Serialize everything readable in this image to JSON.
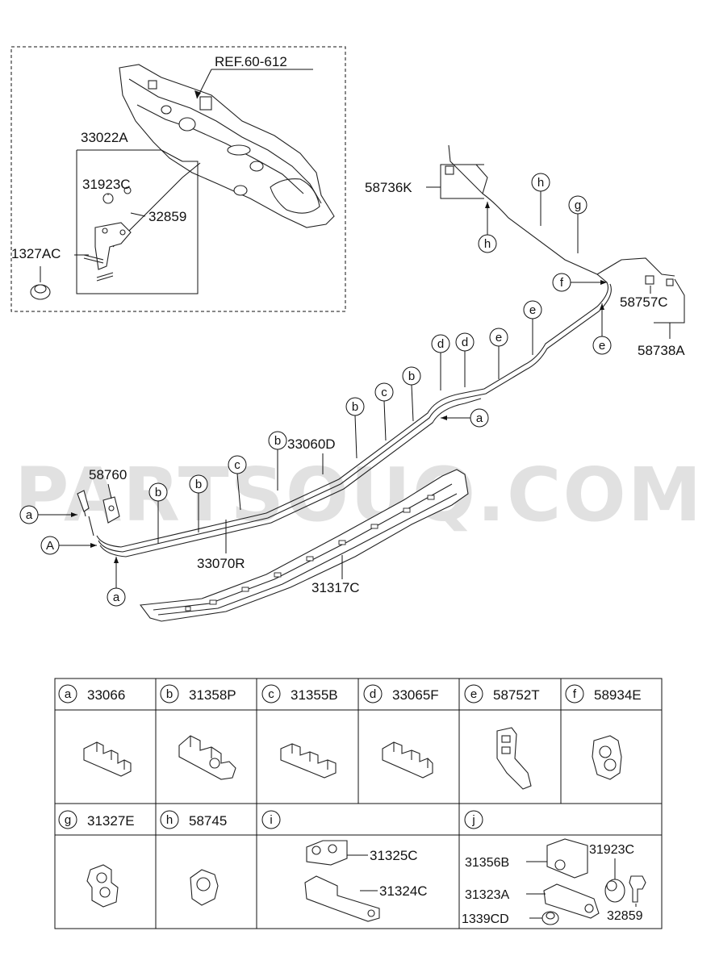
{
  "watermark": "PARTSOUQ.COM",
  "inset": {
    "ref": "REF.60-612",
    "parts": [
      "33022A",
      "31923C",
      "32859",
      "1327AC"
    ]
  },
  "main_labels": {
    "p58736K": "58736K",
    "p58757C": "58757C",
    "p58738A": "58738A",
    "p33060D": "33060D",
    "p58760": "58760",
    "p33070R": "33070R",
    "p31317C": "31317C"
  },
  "callouts": [
    "a",
    "A",
    "b",
    "c",
    "d",
    "e",
    "f",
    "g",
    "h"
  ],
  "table": {
    "row1": [
      {
        "key": "a",
        "part": "33066"
      },
      {
        "key": "b",
        "part": "31358P"
      },
      {
        "key": "c",
        "part": "31355B"
      },
      {
        "key": "d",
        "part": "33065F"
      },
      {
        "key": "e",
        "part": "58752T"
      },
      {
        "key": "f",
        "part": "58934E"
      }
    ],
    "row2": [
      {
        "key": "g",
        "part": "31327E"
      },
      {
        "key": "h",
        "part": "58745"
      },
      {
        "key": "i",
        "part": ""
      },
      {
        "key": "j",
        "part": ""
      }
    ],
    "cell_i_parts": [
      "31325C",
      "31324C"
    ],
    "cell_j_parts": [
      "31356B",
      "31923C",
      "31323A",
      "32859",
      "1339CD"
    ]
  }
}
